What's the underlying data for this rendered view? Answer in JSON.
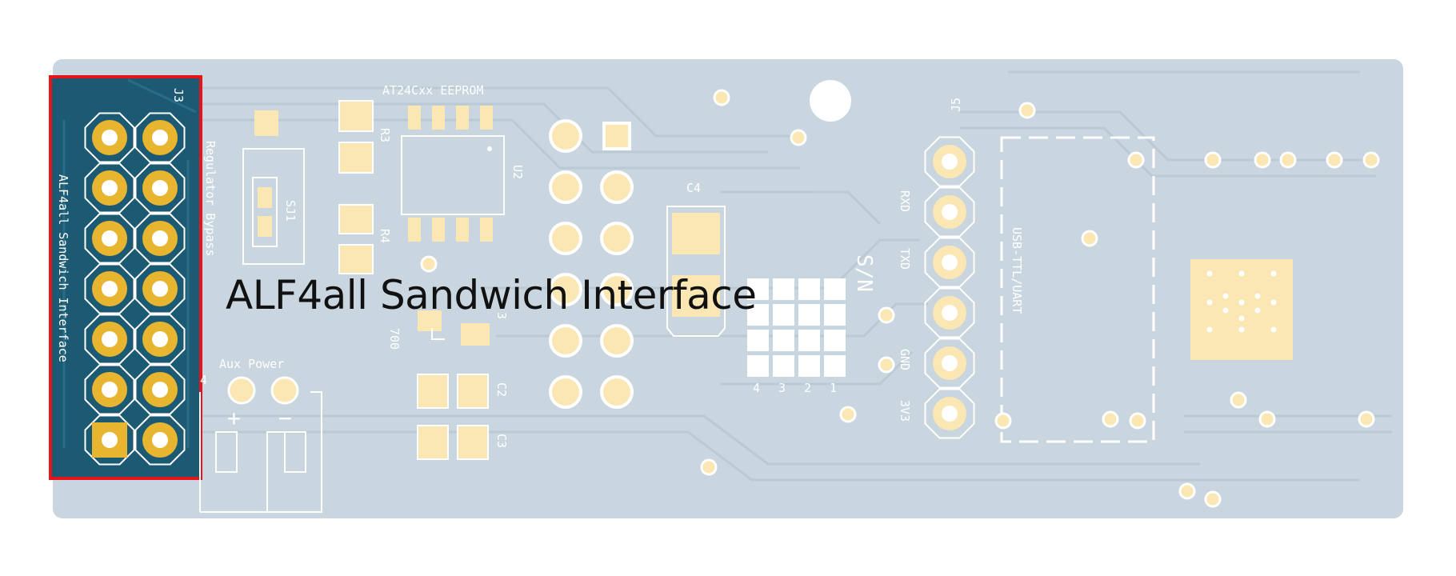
{
  "colors": {
    "board": "#c9d6df",
    "trace": "#b8c8d2",
    "pad": "#fbe7b4",
    "highlight_board": "#1b5a72",
    "highlight_pad": "#e8b531",
    "highlight_border": "#e3151b",
    "silkscreen": "#ffffff"
  },
  "labels": {
    "overlay": "ALF4all Sandwich Interface",
    "j3": "J3",
    "j3_vertical": "ALF4all Sandwich Interface",
    "regulator_bypass": "Regulator Bypass",
    "sj1": "SJ1",
    "eeprom": "AT24Cxx EEPROM",
    "r3": "R3",
    "r4": "R4",
    "u2": "U2",
    "c4": "C4",
    "c2": "C2",
    "c3": "C3",
    "partial_700": "700",
    "partial_3": "3",
    "aux_power": "Aux Power",
    "j4_partial": "4",
    "plus": "+",
    "minus": "−",
    "sn": "S/N",
    "j5": "J5",
    "rxd": "RXD",
    "txd": "TXD",
    "gnd": "GND",
    "v33": "3V3",
    "usb_ttl": "USB-TTL/UART",
    "grid_numbers": [
      "4",
      "3",
      "2",
      "1"
    ]
  }
}
